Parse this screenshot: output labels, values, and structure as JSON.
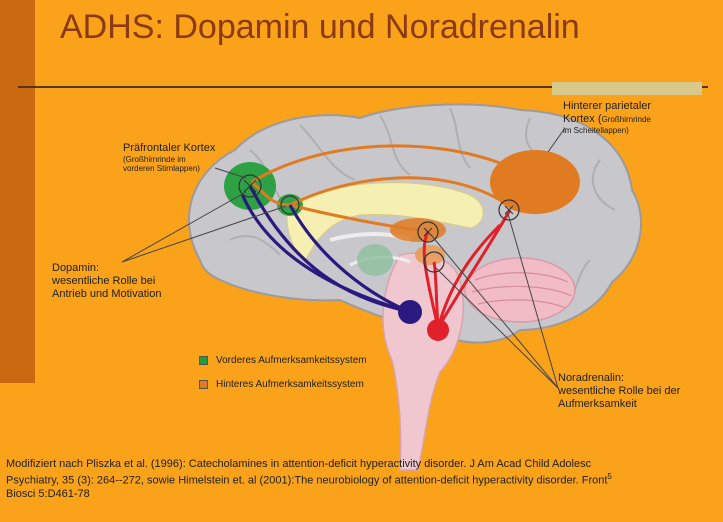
{
  "slide": {
    "title": "ADHS: Dopamin und Noradrenalin",
    "colors": {
      "background": "#F9A21A",
      "left_bar": "#C96A12",
      "title_text": "#8B3A14",
      "accent_bar": "#D8C98A",
      "brain_gray": "#C8C8CC",
      "prefrontal_green": "#1E9E3A",
      "parietal_orange": "#E07B22",
      "dopamine_navy": "#2A1A80",
      "noradrenaline_red": "#E0202A",
      "brainstem_pink": "#F0C7CF"
    }
  },
  "labels": {
    "parietal": {
      "main1": "Hinterer parietaler",
      "main2_prefix": "Kortex (",
      "main2_small": "Großhirnrinde",
      "sub": "im Scheitellappen)"
    },
    "prefrontal": {
      "main": "Präfrontaler Kortex",
      "sub1": "(Großhirnrinde im",
      "sub2": "vorderen Stirnlappen)"
    },
    "dopamin": {
      "line1": "Dopamin:",
      "line2": "wesentliche Rolle bei",
      "line3": "Antrieb und Motivation"
    },
    "noradrenalin": {
      "line1": "Noradrenalin:",
      "line2": "wesentliche Rolle bei der",
      "line3": "Aufmerksamkeit"
    }
  },
  "legend": [
    {
      "label": "Vorderes Aufmerksamkeitssystem",
      "color": "#1E9E3A"
    },
    {
      "label": "Hinteres Aufmerksamkeitssystem",
      "color": "#E07B22"
    }
  ],
  "footnote": {
    "line1": "Modifiziert nach Pliszka et al. (1996): Catecholamines in attention-deficit hyperactivity disorder. J Am Acad Child Adolesc",
    "line2": "Psychiatry,  35 (3): 264--272, sowie Himelstein et. al (2001):The neurobiology of attention-deficit hyperactivity disorder. Front",
    "line3": "Biosci 5:D461-78",
    "page_number": "5"
  }
}
